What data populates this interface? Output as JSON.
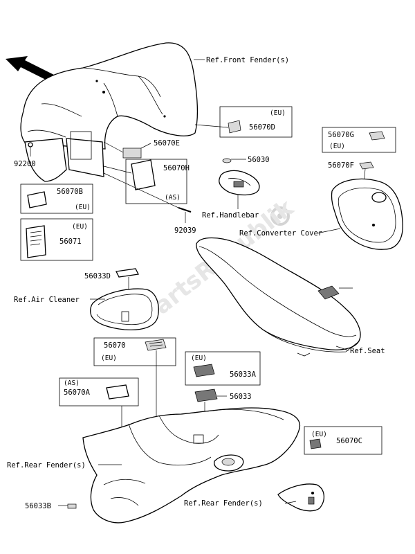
{
  "watermark": "PartsRepublik",
  "labels": {
    "ref_front_fender": "Ref.Front Fender(s)",
    "ref_handlebar": "Ref.Handlebar",
    "ref_converter_cover": "Ref.Converter Cover",
    "ref_air_cleaner": "Ref.Air Cleaner",
    "ref_seat": "Ref.Seat",
    "ref_rear_fender_left": "Ref.Rear Fender(s)",
    "ref_rear_fender_right": "Ref.Rear Fender(s)",
    "p92200": "92200",
    "p56070E": "56070E",
    "p56070H": "56070H",
    "p92039": "92039",
    "p56070B": "56070B",
    "p56071": "56071",
    "p56070D": "56070D",
    "p56030": "56030",
    "p56070G": "56070G",
    "p56070F": "56070F",
    "p56033D": "56033D",
    "p56070": "56070",
    "p56070A": "56070A",
    "p56033A": "56033A",
    "p56033": "56033",
    "p56070C": "56070C",
    "p56033B": "56033B"
  },
  "region_tags": {
    "eu": "(EU)",
    "as": "(AS)"
  },
  "icons": {
    "direction_arrow": "front-direction-arrow-icon",
    "gear": "gear-icon"
  }
}
